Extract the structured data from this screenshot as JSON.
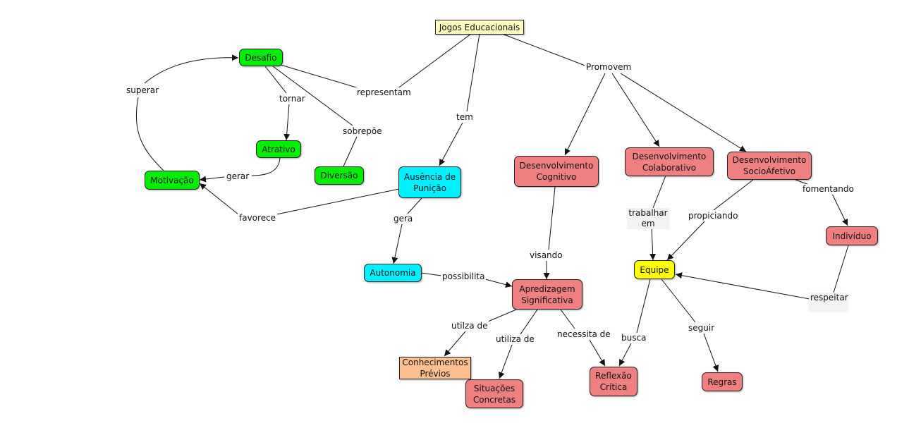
{
  "colors": {
    "green": "#00ee00",
    "cyan": "#00f0ff",
    "salmon": "#f08080",
    "yellow": "#ffff00",
    "pale_yellow": "#ffffc0",
    "peach": "#ffc090",
    "line": "#111111"
  },
  "nodes": {
    "jogos": "Jogos Educacionais",
    "desafio": "Desafio",
    "atrativo": "Atrativo",
    "motivacao": "Motivação",
    "diversao": "Diversão",
    "ausencia": "Ausência de\nPunição",
    "autonomia": "Autonomia",
    "cognitivo": "Desenvolvimento\nCognitivo",
    "colaborativo": "Desenvolvimento\nColaborativo",
    "socioafetivo": "Desenvolvimento\nSocioÁfetivo",
    "individuo": "Indivíduo",
    "equipe": "Equipe",
    "aprendizagem": "Apredizagem\nSignificativa",
    "conhecimentos": "Conhecimentos\nPrévios",
    "situacoes": "Situações\nConcretas",
    "reflexao": "Reflexão\nCrítica",
    "regras": "Regras"
  },
  "links": {
    "representam": "representam",
    "tem": "tem",
    "promovem": "Promovem",
    "superar": "superar",
    "tornar": "tornar",
    "sobrepoe": "sobrepõe",
    "gerar": "gerar",
    "favorece": "favorece",
    "gera": "gera",
    "possibilita": "possibilita",
    "visando": "visando",
    "trabalhar_em": "trabalhar\nem",
    "propiciando": "propiciando",
    "fomentando": "fomentando",
    "respeitar": "respeitar",
    "utilza_de_1": "utilza de",
    "utiliza_de_2": "utiliza de",
    "necessita_de": "necessita de",
    "busca": "busca",
    "seguir": "seguir"
  }
}
